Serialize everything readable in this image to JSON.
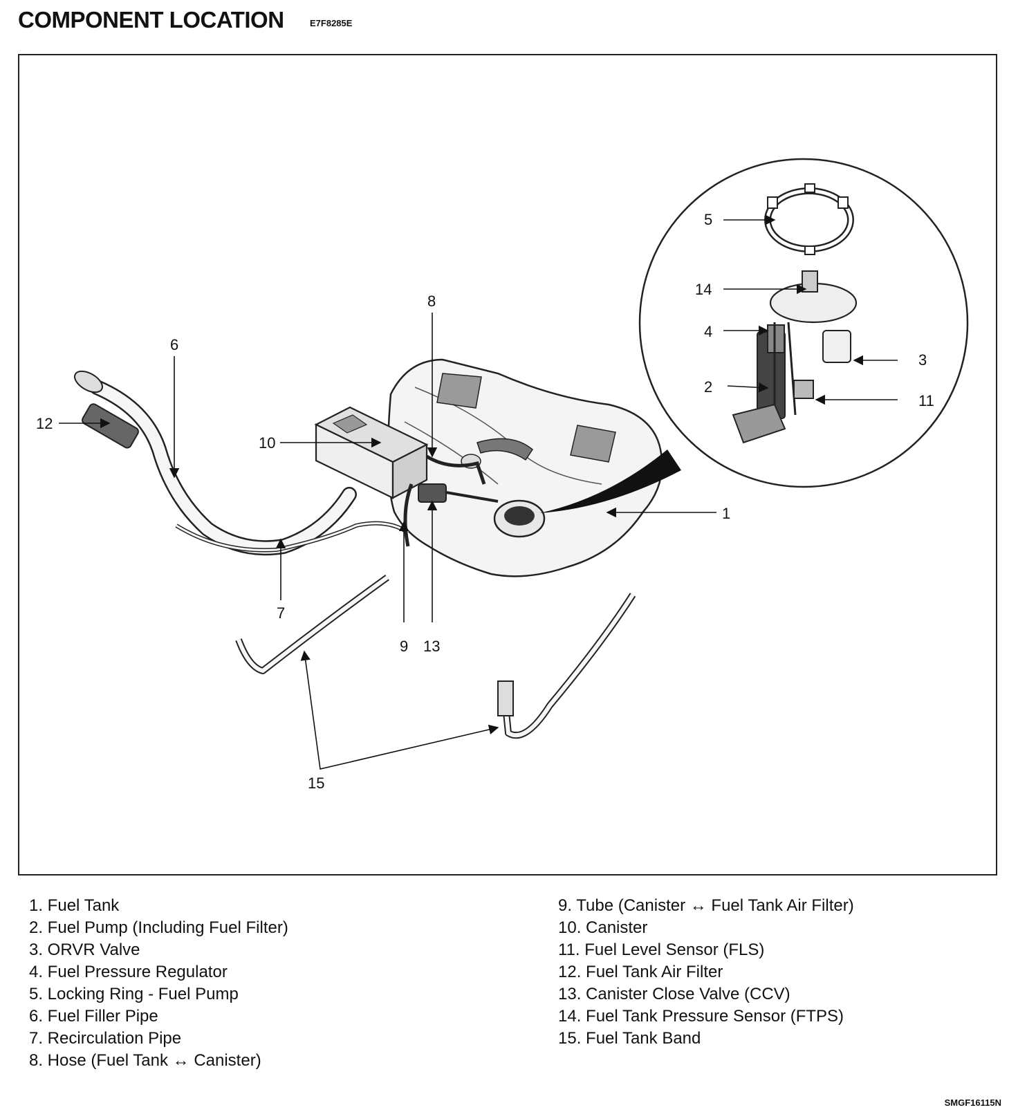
{
  "header": {
    "title": "COMPONENT LOCATION",
    "code": "E7F8285E"
  },
  "callouts": {
    "c1": "1",
    "c2": "2",
    "c3": "3",
    "c4": "4",
    "c5": "5",
    "c6": "6",
    "c7": "7",
    "c8": "8",
    "c9": "9",
    "c10": "10",
    "c11": "11",
    "c12": "12",
    "c13": "13",
    "c14": "14",
    "c15": "15"
  },
  "legend": {
    "left": [
      "1. Fuel Tank",
      "2. Fuel Pump (Including Fuel Filter)",
      "3. ORVR Valve",
      "4. Fuel Pressure Regulator",
      "5. Locking Ring - Fuel Pump",
      "6. Fuel Filler Pipe",
      "7. Recirculation Pipe",
      "8. Hose (Fuel Tank ↔ Canister)"
    ],
    "right": [
      "9. Tube (Canister ↔ Fuel Tank Air Filter)",
      "10. Canister",
      "11. Fuel Level Sensor (FLS)",
      "12. Fuel Tank Air Filter",
      "13. Canister Close Valve (CCV)",
      "14. Fuel Tank Pressure Sensor (FTPS)",
      "15. Fuel Tank Band"
    ]
  },
  "footer": {
    "code": "SMGF16115N"
  }
}
